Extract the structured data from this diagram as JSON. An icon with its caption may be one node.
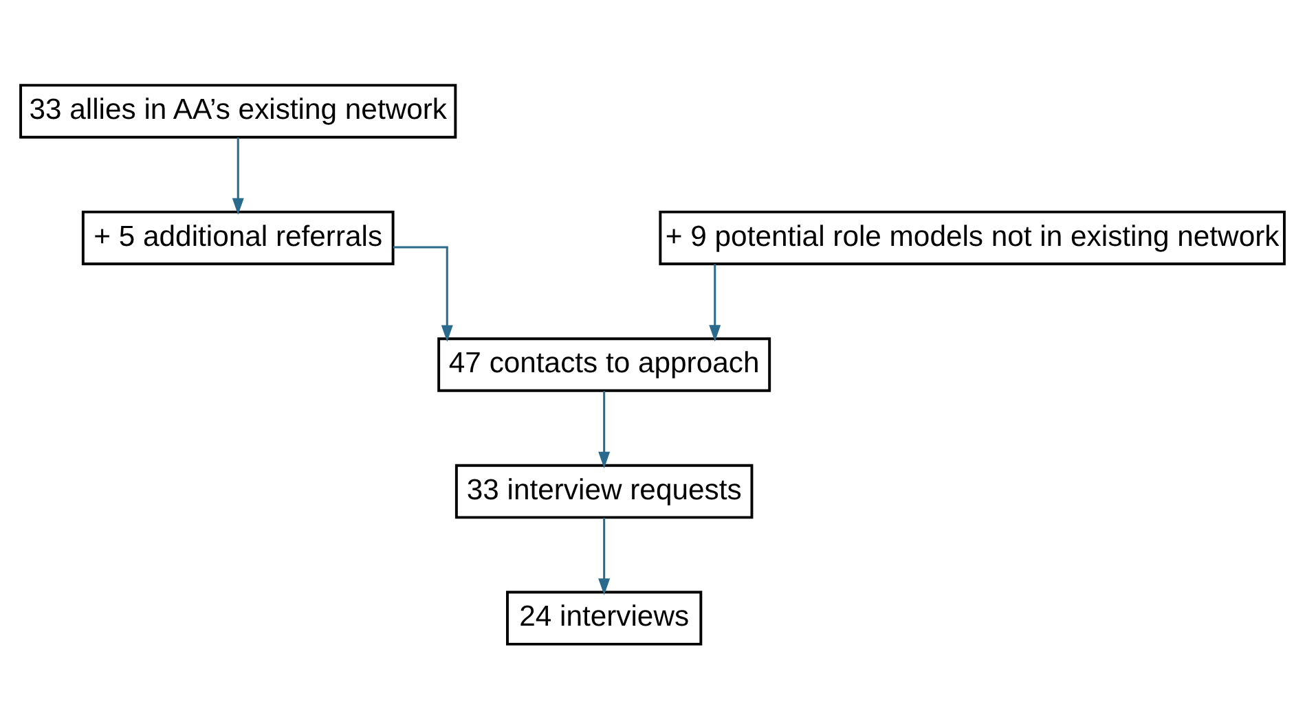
{
  "diagram": {
    "nodes": [
      {
        "text": [
          "33 allies in AA’s existing network"
        ]
      },
      {
        "text": [
          "+ 9 potential role models not in existing network"
        ]
      },
      {
        "text": [
          "+ 5 additional referrals"
        ]
      },
      {
        "text": [
          "47 contacts to approach"
        ]
      },
      {
        "text": [
          "33 interview requests"
        ]
      },
      {
        "text": [
          "24 interviews"
        ]
      }
    ],
    "edges": [
      {
        "from": 0,
        "to": 2,
        "arrow": "to"
      },
      {
        "from": 1,
        "to": 3,
        "arrow": "to"
      },
      {
        "from": 2,
        "to": 3,
        "arrow": "to"
      },
      {
        "from": 3,
        "to": 4,
        "arrow": "to"
      },
      {
        "from": 4,
        "to": 5,
        "arrow": "to"
      }
    ]
  }
}
